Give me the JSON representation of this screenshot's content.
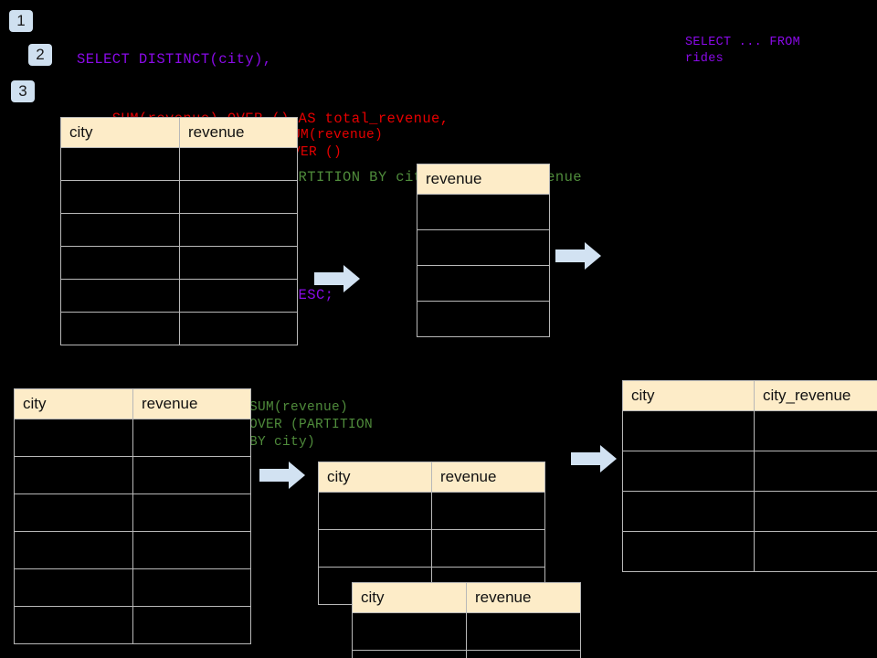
{
  "steps": [
    {
      "label": "1"
    },
    {
      "label": "2"
    },
    {
      "label": "3"
    }
  ],
  "sql": {
    "line1": "SELECT DISTINCT(city),",
    "line2": "    SUM(revenue) OVER () AS total_revenue,",
    "line3": "    SUM(revenue) OVER (PARTITION BY city) as city_revenue",
    "line4": "  FROM rides",
    "line5": "  ORDER by city_revenue DESC;"
  },
  "annotations": {
    "select_from": "SELECT ... FROM\nrides",
    "sum_over_empty": "SUM(revenue)\nOVER ()",
    "sum_over_partition": "SUM(revenue)\nOVER (PARTITION\nBY city)"
  },
  "tables": {
    "source_top": {
      "headers": [
        "city",
        "revenue"
      ],
      "body_rows": 6
    },
    "total_revenue": {
      "headers": [
        "revenue"
      ],
      "body_rows": 4
    },
    "source_bottom": {
      "headers": [
        "city",
        "revenue"
      ],
      "body_rows": 6
    },
    "partition_a": {
      "headers": [
        "city",
        "revenue"
      ],
      "body_rows": 3
    },
    "partition_b": {
      "headers": [
        "city",
        "revenue"
      ],
      "body_rows": 2
    },
    "result": {
      "headers": [
        "city",
        "city_revenue"
      ],
      "body_rows": 4
    }
  },
  "colors": {
    "background": "#000000",
    "header_fill": "#fdecc8",
    "grid_line": "#b8b8b8",
    "arrow_fill": "#d2e2f2",
    "badge_fill": "#cfe0f0",
    "sql_purple": "#8a0ae8",
    "sql_red": "#e60000",
    "sql_green": "#4f8b3b"
  },
  "arrows": [
    {
      "name": "arrow-source-to-total"
    },
    {
      "name": "arrow-total-to-result"
    },
    {
      "name": "arrow-source-to-partition"
    },
    {
      "name": "arrow-partition-to-result"
    }
  ]
}
